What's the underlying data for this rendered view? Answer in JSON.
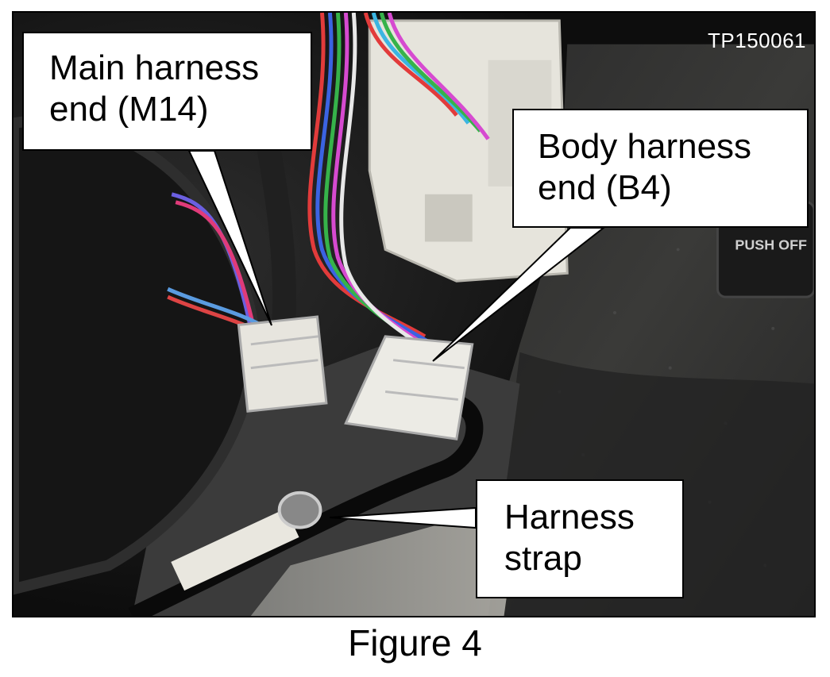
{
  "photo": {
    "id_label": "TP150061"
  },
  "callouts": {
    "main_harness": {
      "line1": "Main harness",
      "line2": "end (M14)"
    },
    "body_harness": {
      "line1": "Body harness",
      "line2": "end (B4)"
    },
    "harness_strap": {
      "line1": "Harness",
      "line2": "strap"
    }
  },
  "switch_label": {
    "line1": "PUSH OFF"
  },
  "caption": "Figure 4"
}
